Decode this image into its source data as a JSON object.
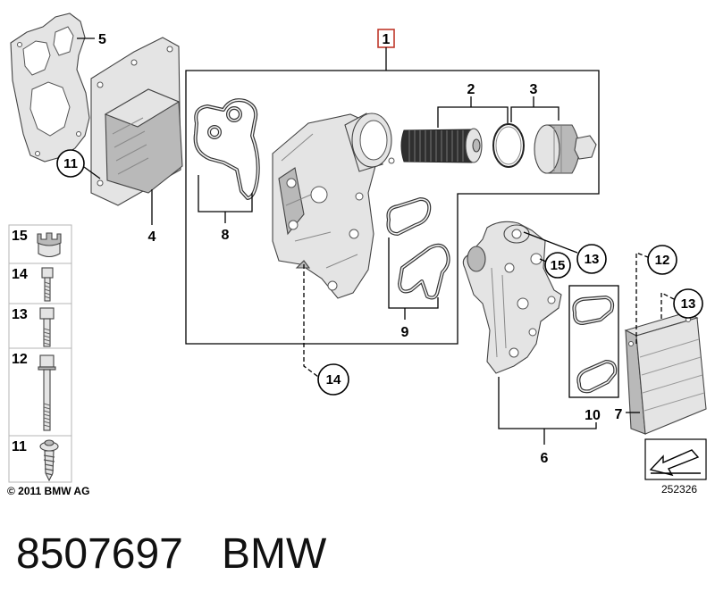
{
  "callouts": {
    "c1": "1",
    "c2": "2",
    "c3": "3",
    "c4": "4",
    "c5": "5",
    "c6": "6",
    "c7": "7",
    "c8": "8",
    "c9": "9",
    "c10": "10",
    "c11": "11",
    "c12": "12",
    "c13a": "13",
    "c13b": "13",
    "c14": "14",
    "c15": "15"
  },
  "legend": [
    {
      "label": "15",
      "icon": "castle-nut-icon"
    },
    {
      "label": "14",
      "icon": "short-bolt-icon"
    },
    {
      "label": "13",
      "icon": "bolt-icon"
    },
    {
      "label": "12",
      "icon": "long-bolt-icon"
    },
    {
      "label": "11",
      "icon": "self-tapping-screw-icon"
    }
  ],
  "copyright": "© 2011 BMW AG",
  "image_number": "252326",
  "part_number": "8507697",
  "brand": "BMW",
  "colors": {
    "highlight": "#c0392b",
    "line": "#000000",
    "part_fill": "#e4e4e4"
  }
}
